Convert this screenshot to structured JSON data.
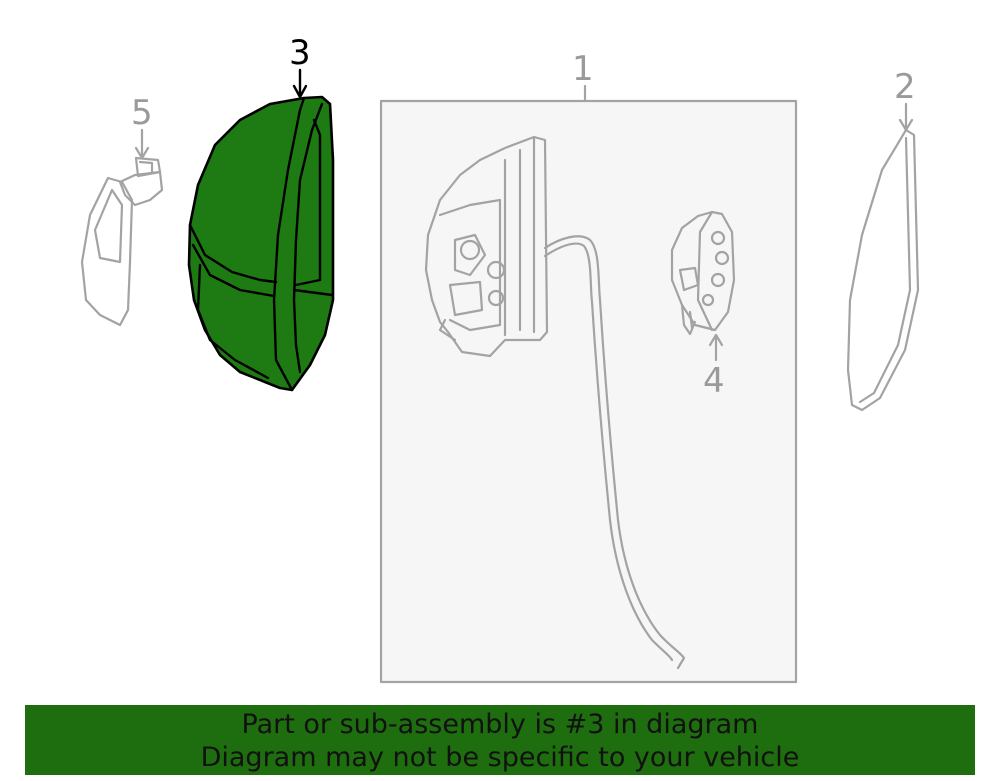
{
  "callouts": {
    "c1": "1",
    "c2": "2",
    "c3": "3",
    "c4": "4",
    "c5": "5"
  },
  "banner": {
    "line1": "Part or sub-assembly is #3 in diagram",
    "line2": "Diagram may not be specific to your vehicle"
  },
  "colors": {
    "highlight": "#1e7a12",
    "banner": "#1e6e0f",
    "parts": "#a3a3a3"
  }
}
